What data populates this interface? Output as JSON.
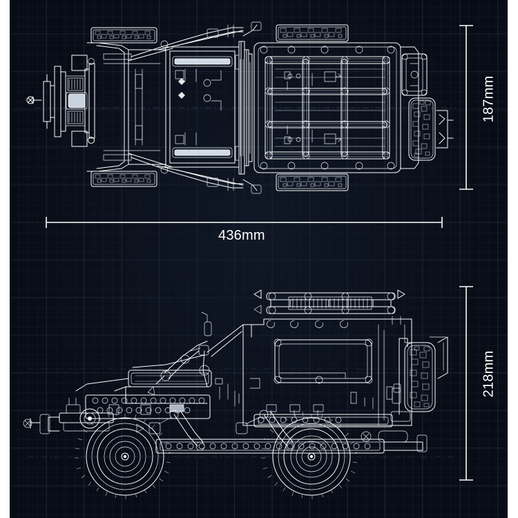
{
  "canvas": {
    "background_color": "#080c16",
    "line_color": "#ffffff",
    "grid_color": "#1d2a3c",
    "margin_color": "#ffffff"
  },
  "drawing": {
    "title_hidden": true,
    "subject": "off-road utility truck technical blueprint",
    "views": [
      {
        "name": "top-view",
        "label": "top view of truck with cargo bed, spare tire and winch"
      },
      {
        "name": "side-view",
        "label": "side view of truck with roof rack, cab, cargo bed and spare tire"
      }
    ]
  },
  "dimensions": {
    "width": {
      "value": "436mm",
      "orientation": "horizontal",
      "applies_to": "top-view"
    },
    "top_height": {
      "value": "187mm",
      "orientation": "vertical",
      "applies_to": "top-view"
    },
    "side_height": {
      "value": "218mm",
      "orientation": "vertical",
      "applies_to": "side-view"
    }
  }
}
